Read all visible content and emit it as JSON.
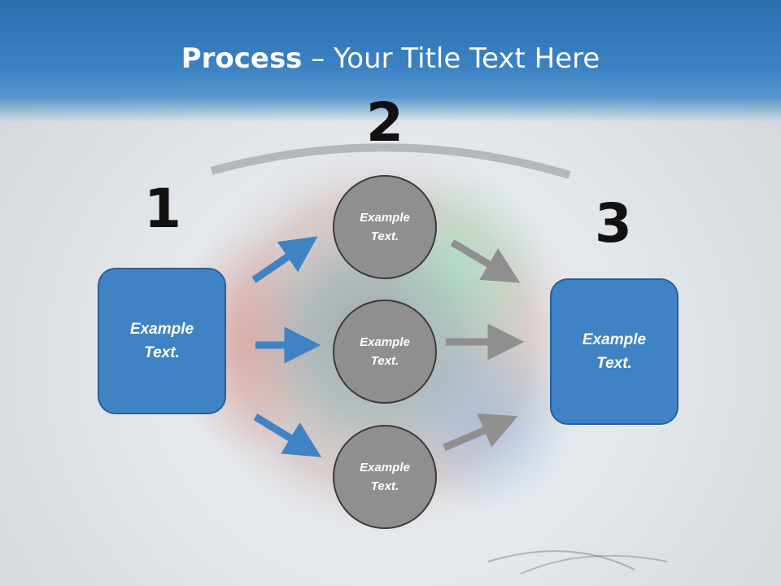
{
  "title": {
    "bold": "Process",
    "rest": " – Your Title Text Here"
  },
  "steps": [
    {
      "number": "1",
      "label": "Example\nText."
    },
    {
      "number": "2",
      "label": ""
    },
    {
      "number": "3",
      "label": "Example\nText."
    }
  ],
  "circles": [
    {
      "label": "Example\nText."
    },
    {
      "label": "Example\nText."
    },
    {
      "label": "Example\nText."
    }
  ],
  "colors": {
    "header_blue": "#3a82c4",
    "box_blue": "#3f83c4",
    "circle_gray": "#8f8f8f",
    "arrow_blue": "#3f83c4",
    "arrow_gray": "#8f8f8f"
  }
}
